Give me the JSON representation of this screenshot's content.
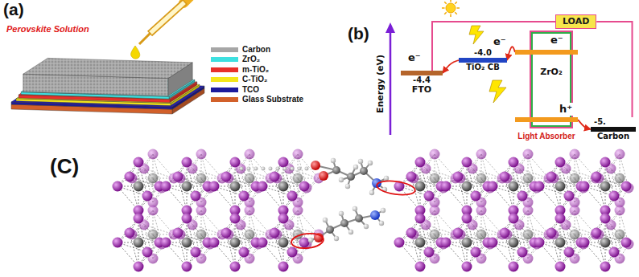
{
  "diagram": {
    "nodes": [
      {
        "text": [
          "LOAD"
        ]
      },
      {
        "text": [
          "-4.4",
          "FTO"
        ]
      },
      {
        "text": [
          "-4.0",
          "TiO₂ CB"
        ]
      },
      {
        "text": [
          "ZrO₂"
        ]
      },
      {
        "text": [
          "Light Absorber"
        ]
      },
      {
        "text": [
          "-5.",
          "Carbon"
        ]
      }
    ],
    "edges": [
      {
        "from": 4,
        "to": 2,
        "arrow": "to",
        "label": "e⁻"
      },
      {
        "from": 2,
        "to": 1,
        "arrow": "to",
        "label": "e⁻"
      },
      {
        "from": 1,
        "to": 0,
        "arrow": "none"
      },
      {
        "from": 0,
        "to": 5,
        "arrow": "none"
      },
      {
        "from": 4,
        "to": 5,
        "arrow": "to",
        "label": "h⁺"
      }
    ],
    "labels": [
      "(a)",
      "Perovskite Solution",
      "(b)",
      "Energy (eV)",
      "e⁻",
      "(C)"
    ],
    "legend": [
      {
        "text": "Carbon",
        "color": "#a6a6a6"
      },
      {
        "text": "ZrO₂",
        "color": "#3ee0e0"
      },
      {
        "text": "m-TiO₂",
        "color": "#e8302a"
      },
      {
        "text": "C-TiO₂",
        "color": "#f4e61a"
      },
      {
        "text": "TCO",
        "color": "#1c1a9c"
      },
      {
        "text": "Glass Substrate",
        "color": "#d2602a"
      }
    ]
  }
}
